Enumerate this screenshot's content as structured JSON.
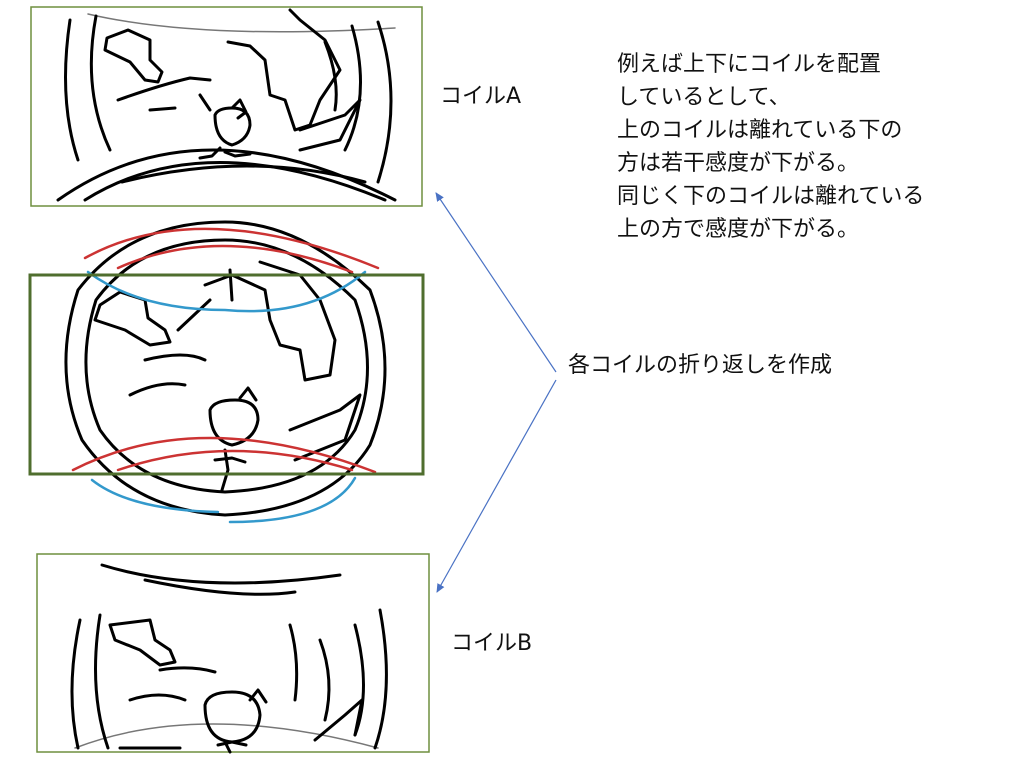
{
  "labels": {
    "coil_a": "コイルA",
    "coil_b": "コイルB",
    "fold": "各コイルの折り返しを作成"
  },
  "note_lines": [
    "例えば上下にコイルを配置",
    "しているとして、",
    "上のコイルは離れている下の",
    "方は若干感度が下がる。",
    "同じく下のコイルは離れている",
    "上の方で感度が下がる。"
  ],
  "colors": {
    "frame": "#6f8f3f",
    "frame_bold": "#4f6e2e",
    "sketch": "#000000",
    "fold_red": "#cc3333",
    "fold_blue": "#3399cc",
    "arrow": "#4a72c4",
    "text": "#111111"
  }
}
